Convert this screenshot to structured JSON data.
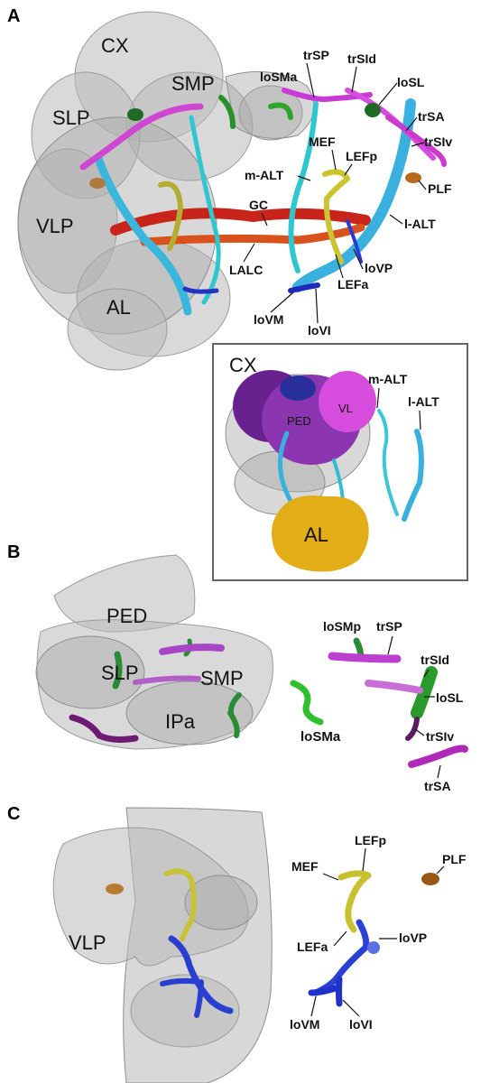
{
  "panels": [
    {
      "letter": "A"
    },
    {
      "letter": "B"
    },
    {
      "letter": "C"
    }
  ],
  "panelA": {
    "regions": {
      "cx": "CX",
      "smp": "SMP",
      "slp": "SLP",
      "vlp": "VLP",
      "al": "AL"
    },
    "tracts": {
      "loSMa": "loSMa",
      "trSP": "trSP",
      "trSId": "trSId",
      "loSL": "loSL",
      "trSA": "trSA",
      "trSIv": "trSIv",
      "MEF": "MEF",
      "LEFp": "LEFp",
      "mALT": "m-ALT",
      "PLF": "PLF",
      "GC": "GC",
      "lALT": "l-ALT",
      "loVP": "loVP",
      "LALC": "LALC",
      "LEFa": "LEFa",
      "loVM": "loVM",
      "loVI": "loVI"
    },
    "inset": {
      "cx": "CX",
      "vl": "VL",
      "ped": "PED",
      "mALT": "m-ALT",
      "lALT": "l-ALT",
      "al": "AL"
    }
  },
  "panelB": {
    "regions": {
      "ped": "PED",
      "slp": "SLP",
      "smp": "SMP",
      "ipa": "IPa"
    },
    "tracts": {
      "loSMp": "loSMp",
      "trSP": "trSP",
      "trSId": "trSId",
      "loSL": "loSL",
      "trSIv": "trSIv",
      "loSMa": "loSMa",
      "trSA": "trSA"
    }
  },
  "panelC": {
    "regions": {
      "vlp": "VLP"
    },
    "tracts": {
      "LEFp": "LEFp",
      "PLF": "PLF",
      "MEF": "MEF",
      "loVP": "loVP",
      "LEFa": "LEFa",
      "loVM": "loVM",
      "loVI": "loVI"
    }
  },
  "colors": {
    "background": "#ffffff",
    "neuropil": "#b9b9b9",
    "magenta_tract": "#cc33cc",
    "green_tract": "#2a9a2a",
    "cyan_tract": "#33bcd4",
    "blue_tract": "#2a3fcf",
    "yellow_tract": "#c8c23a",
    "red_tract": "#d42a1a",
    "orange_tract": "#b86a1e",
    "purple_cx": "#7a2a9a",
    "vl_magenta": "#d24ddc",
    "al_gold": "#e6b21a"
  }
}
